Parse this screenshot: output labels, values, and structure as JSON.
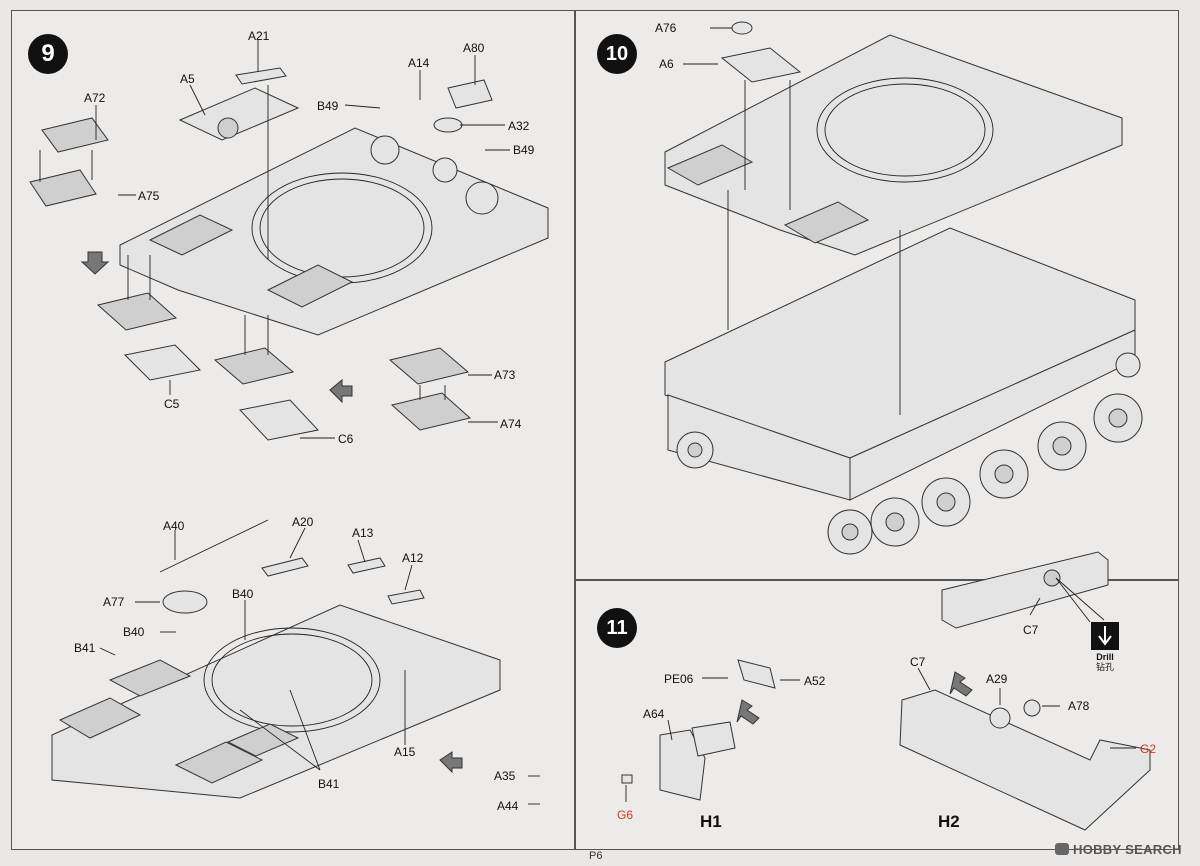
{
  "page_number": "P6",
  "watermark": "HOBBY SEARCH",
  "steps": [
    {
      "number": "9",
      "labels": [
        "A21",
        "A5",
        "A14",
        "A80",
        "A72",
        "B49",
        "A32",
        "B49",
        "A75",
        "A73",
        "C5",
        "C6",
        "A74"
      ],
      "labels_lower": [
        "A40",
        "A20",
        "A13",
        "A12",
        "A77",
        "B40",
        "B40",
        "B41",
        "A15",
        "B41",
        "A35",
        "A44"
      ]
    },
    {
      "number": "10",
      "labels": [
        "A76",
        "A6"
      ]
    },
    {
      "number": "11",
      "labels": [
        "C7",
        "C7",
        "A29",
        "A78",
        "G2",
        "PE06",
        "A52",
        "A64",
        "G6"
      ],
      "sub_labels": [
        "H1",
        "H2"
      ],
      "drill": {
        "en": "Drill",
        "cn": "钻孔"
      }
    }
  ]
}
